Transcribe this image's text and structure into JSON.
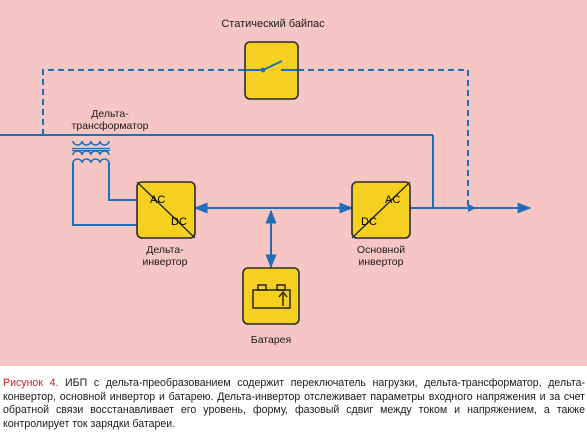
{
  "colors": {
    "background": "#f5c6c3",
    "line": "#1f6fb7",
    "block_fill": "#f5d021",
    "block_stroke": "#2a2a2a",
    "caption_accent": "#c8242b"
  },
  "labels": {
    "bypass": "Статический байпас",
    "delta_transformer_line1": "Дельта-",
    "delta_transformer_line2": "трансформатор",
    "delta_inverter_line1": "Дельта-",
    "delta_inverter_line2": "инвертор",
    "main_inverter_line1": "Основной",
    "main_inverter_line2": "инвертор",
    "battery": "Батарея"
  },
  "blocks": {
    "delta_inverter": {
      "top": "AC",
      "bottom": "DC"
    },
    "main_inverter": {
      "top": "AC",
      "bottom": "DC"
    }
  },
  "caption": {
    "figure": "Рисунок 4.",
    "text": " ИБП с дельта-преобразованием содержит переключатель нагрузки, дельта-трансформатор, дельта-конвертор, основной инвертор и батарею. Дельта-инвертор отслеживает параметры входного напряжения и за счет обратной связи восстанавливает его уровень, форму, фазовый сдвиг между током и напряжением, а также контролирует ток зарядки батареи."
  }
}
